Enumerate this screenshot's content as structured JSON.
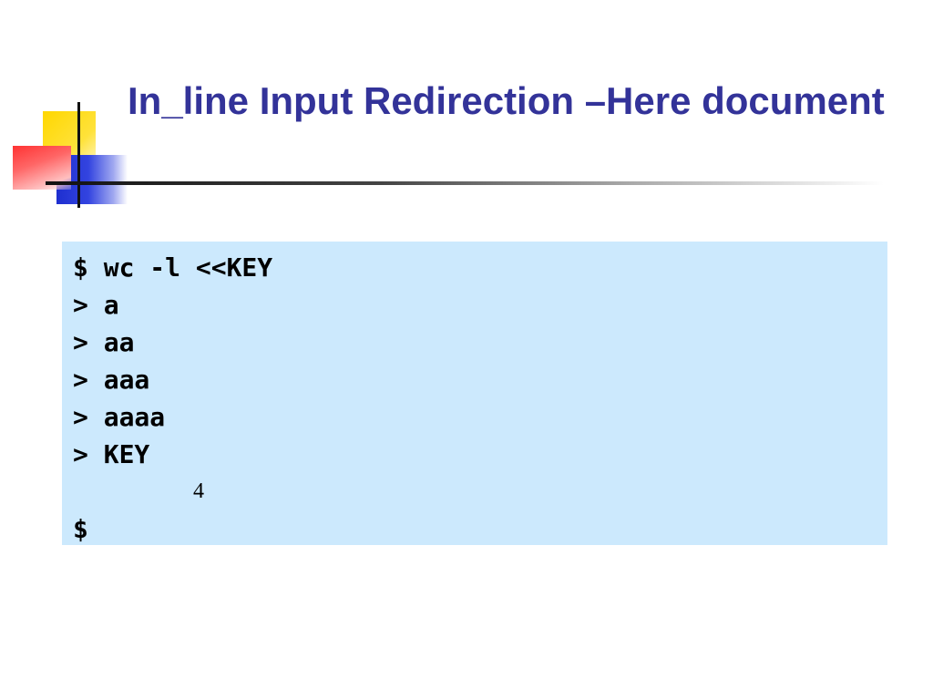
{
  "slide": {
    "title": "In_line Input Redirection –Here document",
    "code_lines": [
      {
        "text": "$ wc -l <<KEY",
        "kind": "command"
      },
      {
        "text": "> a",
        "kind": "input"
      },
      {
        "text": "> aa",
        "kind": "input"
      },
      {
        "text": "> aaa",
        "kind": "input"
      },
      {
        "text": "> aaaa",
        "kind": "input"
      },
      {
        "text": "> KEY",
        "kind": "input"
      },
      {
        "text": "4",
        "kind": "output"
      },
      {
        "text": "$",
        "kind": "prompt"
      }
    ]
  },
  "colors": {
    "title": "#333399",
    "code_background": "#cce9fd"
  }
}
